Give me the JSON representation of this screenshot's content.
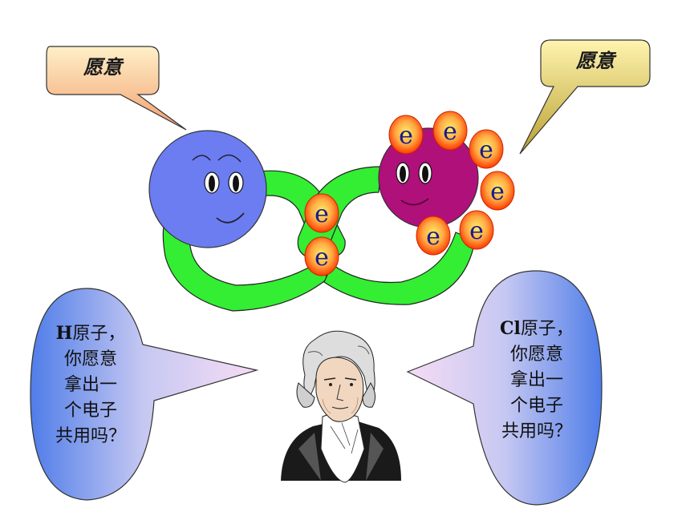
{
  "callout_left": {
    "text": "愿意"
  },
  "callout_right": {
    "text": "愿意"
  },
  "electron_symbol": "e",
  "question_left": {
    "symbol": "H",
    "line1_rest": "原子，",
    "line2": "你愿意",
    "line3": "拿出一",
    "line4": "个电子",
    "line5": "共用吗？"
  },
  "question_right": {
    "symbol": "Cl",
    "line1_rest": "原子，",
    "line2": "你愿意",
    "line3": "拿出一",
    "line4": "个电子",
    "line5": "共用吗？"
  },
  "colors": {
    "h_atom": "#6b7df0",
    "cl_atom": "#b0107a",
    "arms": "#33ee33",
    "electron_outer": "#ff5500",
    "electron_inner": "#ffee66",
    "callout_left_top": "#fff0c8",
    "callout_left_bottom": "#f2a070",
    "callout_right_top": "#fff4b0",
    "callout_right_bottom": "#b8a030",
    "bubble_blue": "#4f7de8",
    "bubble_pink": "#f6dcf4"
  }
}
